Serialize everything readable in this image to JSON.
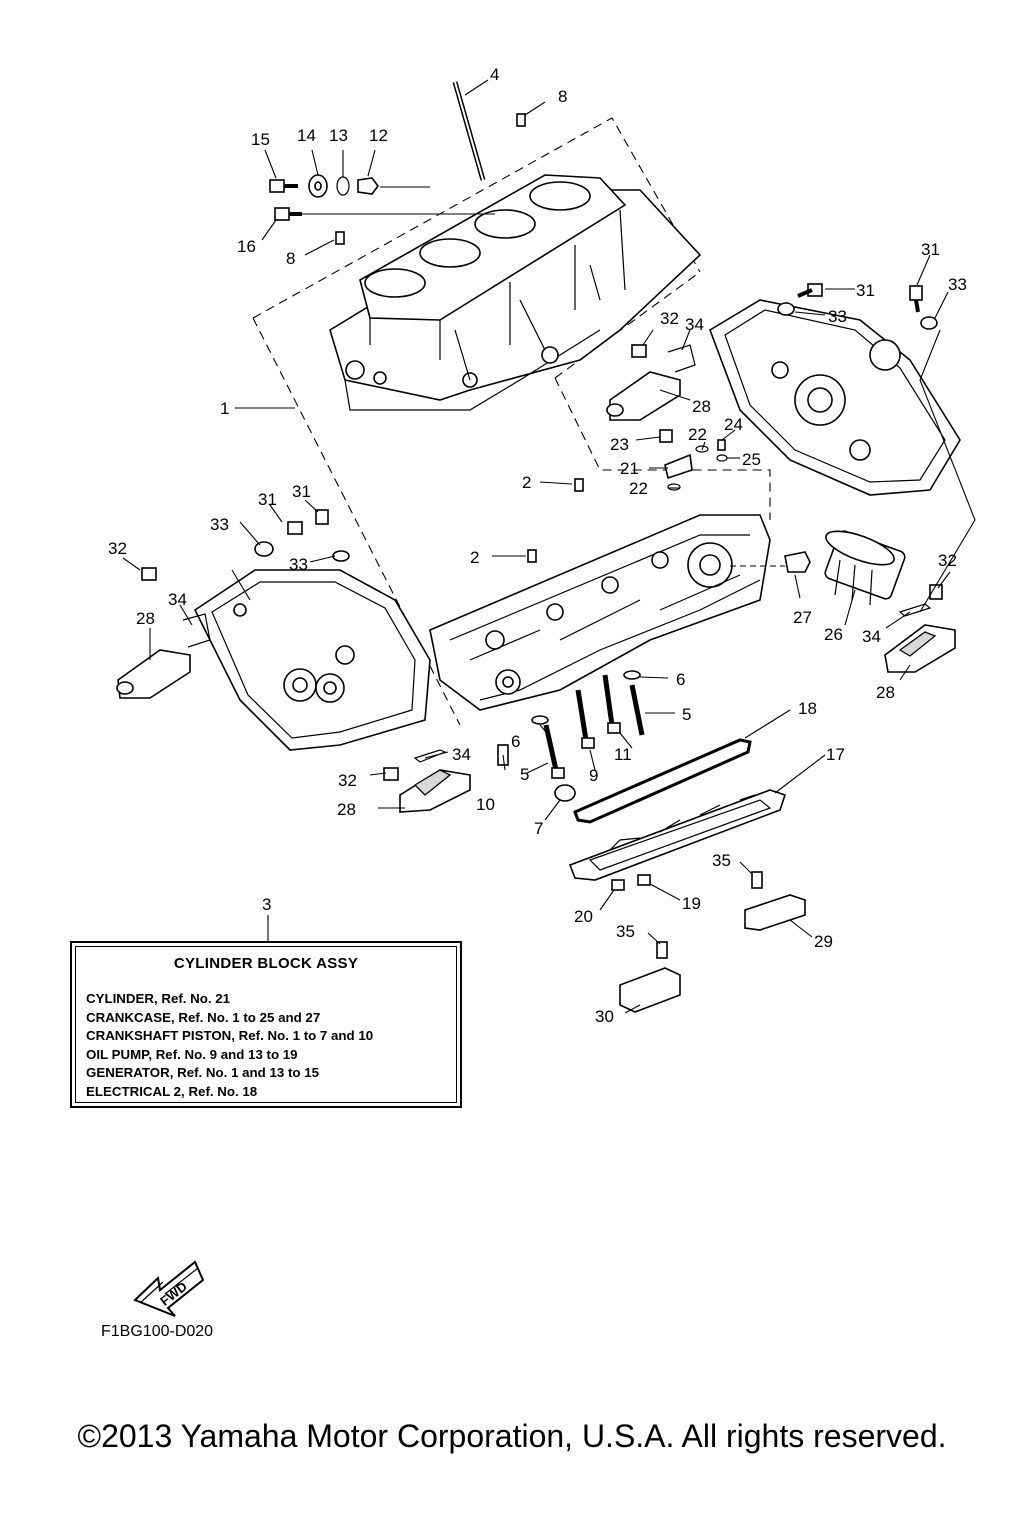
{
  "diagram": {
    "callouts": [
      "1",
      "2",
      "2",
      "3",
      "4",
      "5",
      "5",
      "6",
      "6",
      "7",
      "8",
      "8",
      "9",
      "10",
      "11",
      "12",
      "13",
      "14",
      "15",
      "16",
      "17",
      "18",
      "19",
      "20",
      "21",
      "22",
      "22",
      "23",
      "24",
      "25",
      "26",
      "27",
      "28",
      "28",
      "28",
      "28",
      "29",
      "30",
      "31",
      "31",
      "31",
      "31",
      "32",
      "32",
      "32",
      "32",
      "33",
      "33",
      "33",
      "33",
      "34",
      "34",
      "34",
      "34",
      "35",
      "35"
    ],
    "fwd_label": "FWD"
  },
  "info_box": {
    "ref_number": "3",
    "title": "CYLINDER BLOCK ASSY",
    "lines": [
      "CYLINDER, Ref. No. 21",
      "CRANKCASE, Ref. No. 1 to 25 and 27",
      "CRANKSHAFT PISTON, Ref. No. 1 to 7 and 10",
      "OIL PUMP, Ref. No. 9 and 13 to 19",
      "GENERATOR, Ref. No. 1 and 13 to 15",
      "ELECTRICAL 2, Ref. No. 18"
    ]
  },
  "drawing_code": "F1BG100-D020",
  "copyright": "©2013 Yamaha Motor Corporation, U.S.A. All rights reserved."
}
